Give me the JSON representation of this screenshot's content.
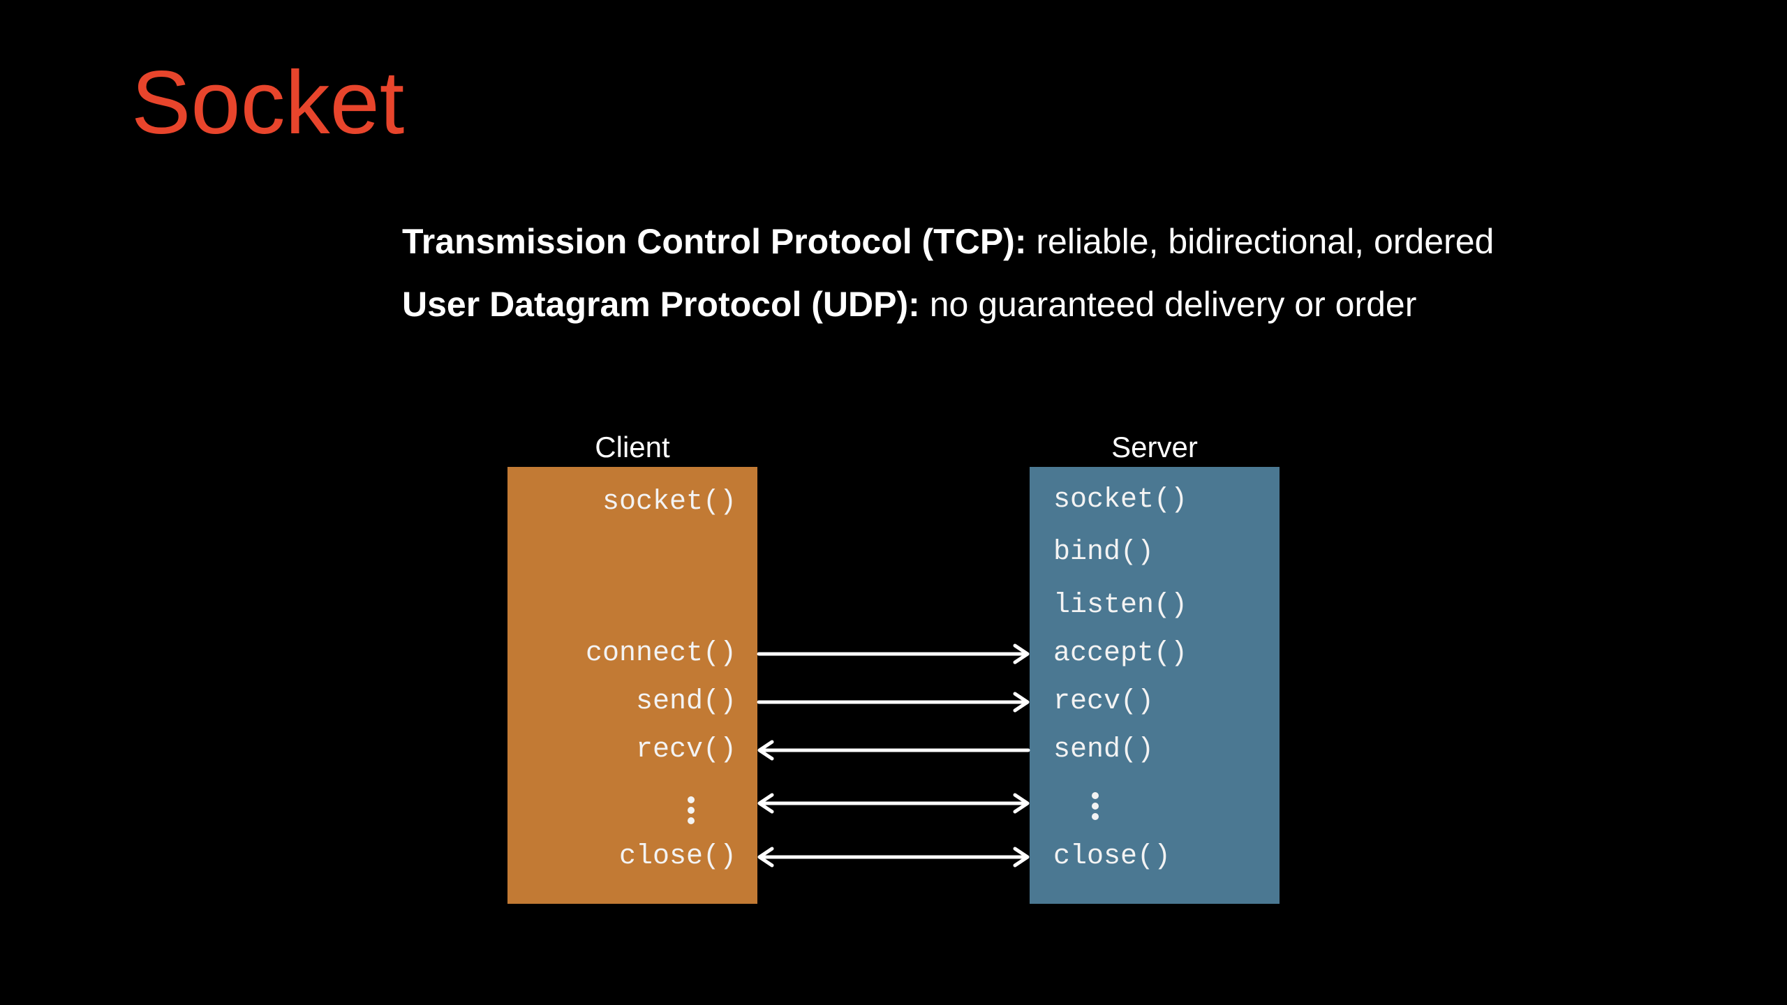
{
  "title": "Socket",
  "protocols": [
    {
      "name": "Transmission Control Protocol (TCP):",
      "desc": " reliable, bidirectional, ordered"
    },
    {
      "name": "User Datagram Protocol (UDP):",
      "desc": " no guaranteed delivery or order"
    }
  ],
  "colors": {
    "title": "#e8452c",
    "client_box": "#c27a34",
    "server_box": "#4b7892",
    "arrow": "#ffffff"
  },
  "client": {
    "label": "Client",
    "calls": {
      "socket": "socket()",
      "connect": "connect()",
      "send": "send()",
      "recv": "recv()",
      "close": "close()"
    }
  },
  "server": {
    "label": "Server",
    "calls": {
      "socket": "socket()",
      "bind": "bind()",
      "listen": "listen()",
      "accept": "accept()",
      "recv": "recv()",
      "send": "send()",
      "close": "close()"
    }
  },
  "arrows": [
    {
      "from": "client",
      "to": "server",
      "label": "connect-accept"
    },
    {
      "from": "client",
      "to": "server",
      "label": "send-recv"
    },
    {
      "from": "server",
      "to": "client",
      "label": "send-recv"
    },
    {
      "from": "both",
      "to": "both",
      "label": "ellipsis"
    },
    {
      "from": "both",
      "to": "both",
      "label": "close"
    }
  ]
}
